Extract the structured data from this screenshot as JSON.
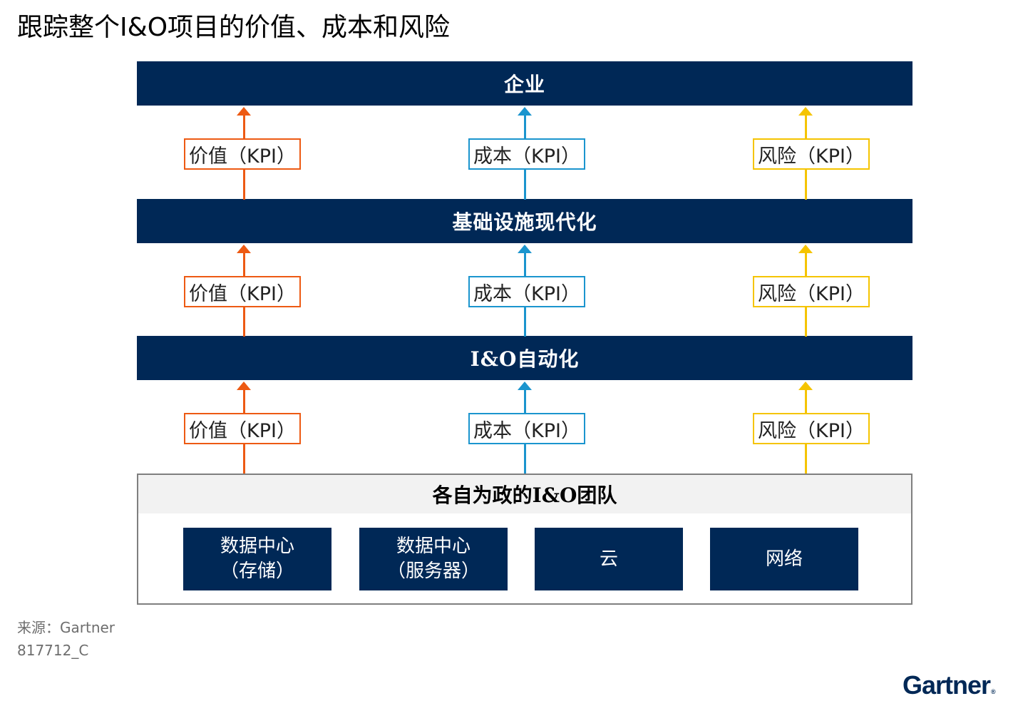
{
  "title": "跟踪整个I&O项目的价值、成本和风险",
  "colors": {
    "navy": "#002856",
    "value": "#ed5a13",
    "cost": "#1b95ce",
    "risk": "#f5c400"
  },
  "layers": {
    "enterprise": "企业",
    "modernization": "基础设施现代化",
    "automation": "I&O自动化"
  },
  "kpis": {
    "value": "价值（KPI）",
    "cost": "成本（KPI）",
    "risk": "风险（KPI）"
  },
  "teams": {
    "header": "各自为政的I&O团队",
    "items": [
      {
        "line1": "数据中心",
        "line2": "（存储）"
      },
      {
        "line1": "数据中心",
        "line2": "（服务器）"
      },
      {
        "line1": "云",
        "line2": ""
      },
      {
        "line1": "网络",
        "line2": ""
      }
    ]
  },
  "footer": {
    "source": "来源：Gartner",
    "code": "817712_C",
    "logo": "Gartner",
    "logo_mark": "®"
  }
}
